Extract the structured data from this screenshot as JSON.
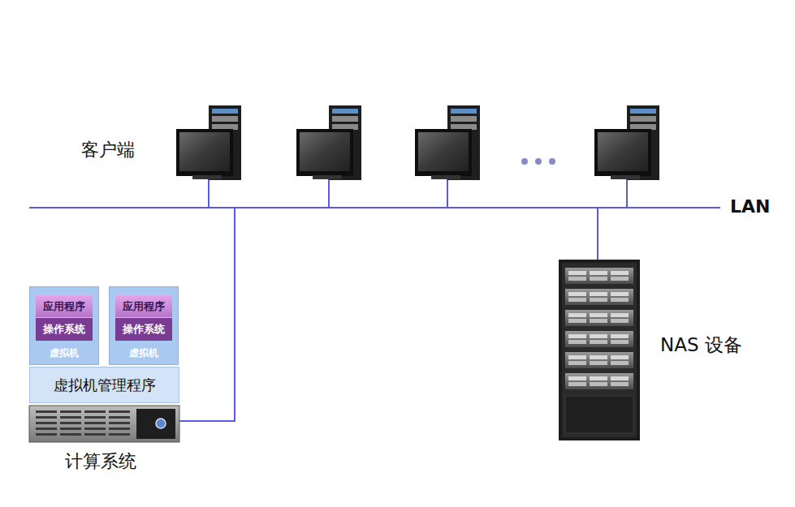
{
  "diagram": {
    "nodes": [
      {
        "text": [
          "虚拟机"
        ]
      },
      {
        "text": [
          "应用程序"
        ],
        "in": 0
      },
      {
        "text": [
          "操作系统"
        ],
        "in": 0
      },
      {
        "text": [
          "虚拟机"
        ]
      },
      {
        "text": [
          "应用程序"
        ],
        "in": 3
      },
      {
        "text": [
          "操作系统"
        ],
        "in": 3
      },
      {
        "text": [
          "虚拟机管理程序"
        ]
      }
    ],
    "edges": [],
    "labels": [
      "客户端",
      "LAN",
      "NAS 设备",
      "计算系统"
    ]
  }
}
